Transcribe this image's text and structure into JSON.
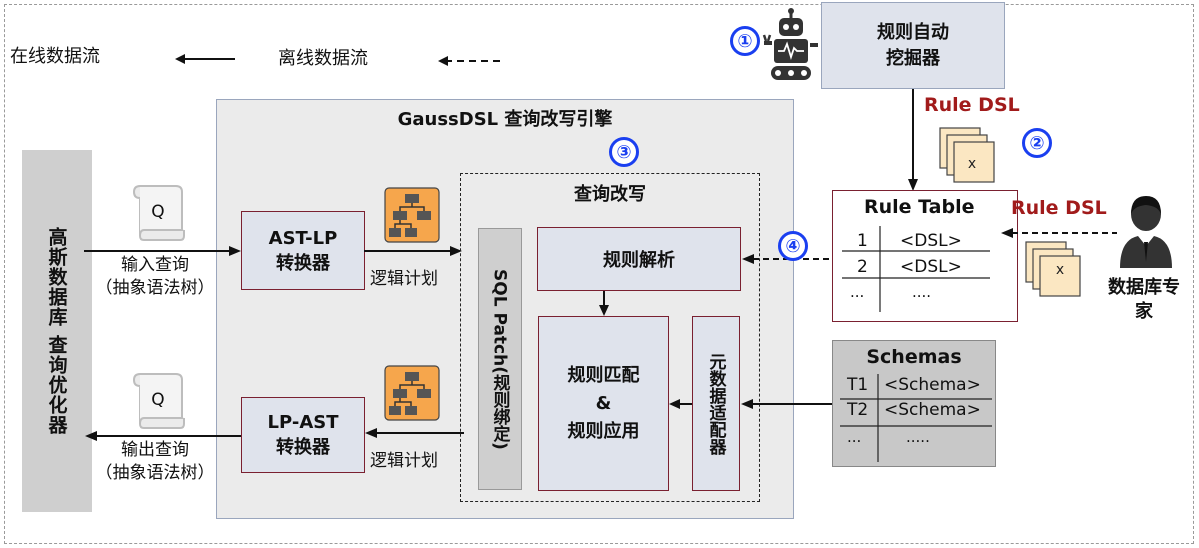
{
  "legend": {
    "online_label": "在线数据流",
    "offline_label": "离线数据流"
  },
  "rule_miner": {
    "label": "规则自动\n挖掘器",
    "step": "①"
  },
  "engine": {
    "title": "GaussDSL 查询改写引擎",
    "step": "③"
  },
  "optimizer": {
    "label": "高斯数据库 查询优化器"
  },
  "input_query": {
    "icon_label": "Q",
    "line1": "输入查询",
    "line2": "（抽象语法树）"
  },
  "output_query": {
    "icon_label": "Q",
    "line1": "输出查询",
    "line2": "（抽象语法树）"
  },
  "ast_lp": {
    "label": "AST-LP\n转换器"
  },
  "lp_ast": {
    "label": "LP-AST\n转换器"
  },
  "logic_plan_top": "逻辑计划",
  "logic_plan_bottom": "逻辑计划",
  "query_rewrite": {
    "title": "查询改写",
    "sql_patch": "SQL Patch(规则绑定)",
    "rule_parse": "规则解析",
    "rule_match": "规则匹配\n&\n规则应用",
    "meta_adapter": "元数据适配器"
  },
  "rule_dsl_top": {
    "label": "Rule DSL",
    "step": "②",
    "doc_mark": "x"
  },
  "rule_table": {
    "title": "Rule Table",
    "step": "④",
    "rows": [
      {
        "id": "1",
        "value": "<DSL>"
      },
      {
        "id": "2",
        "value": "<DSL>"
      },
      {
        "id": "...",
        "value": "...."
      }
    ]
  },
  "dba": {
    "rule_dsl_label": "Rule DSL",
    "label": "数据库专\n家",
    "doc_mark": "x"
  },
  "schemas": {
    "title": "Schemas",
    "rows": [
      {
        "id": "T1",
        "value": "<Schema>"
      },
      {
        "id": "T2",
        "value": "<Schema>"
      },
      {
        "id": "...",
        "value": "....."
      }
    ]
  },
  "colors": {
    "engine_bg": "#ebebeb",
    "box_border": "#7a2030",
    "node_fill": "#dfe3ec",
    "gray_bar": "#cfcfcf",
    "schemas_bg": "#c8c8c8",
    "doc_fill": "#fbe7c2",
    "plan_fill": "#f6a64c",
    "step_blue": "#1a3ff0",
    "accent_red": "#a11b1b"
  }
}
